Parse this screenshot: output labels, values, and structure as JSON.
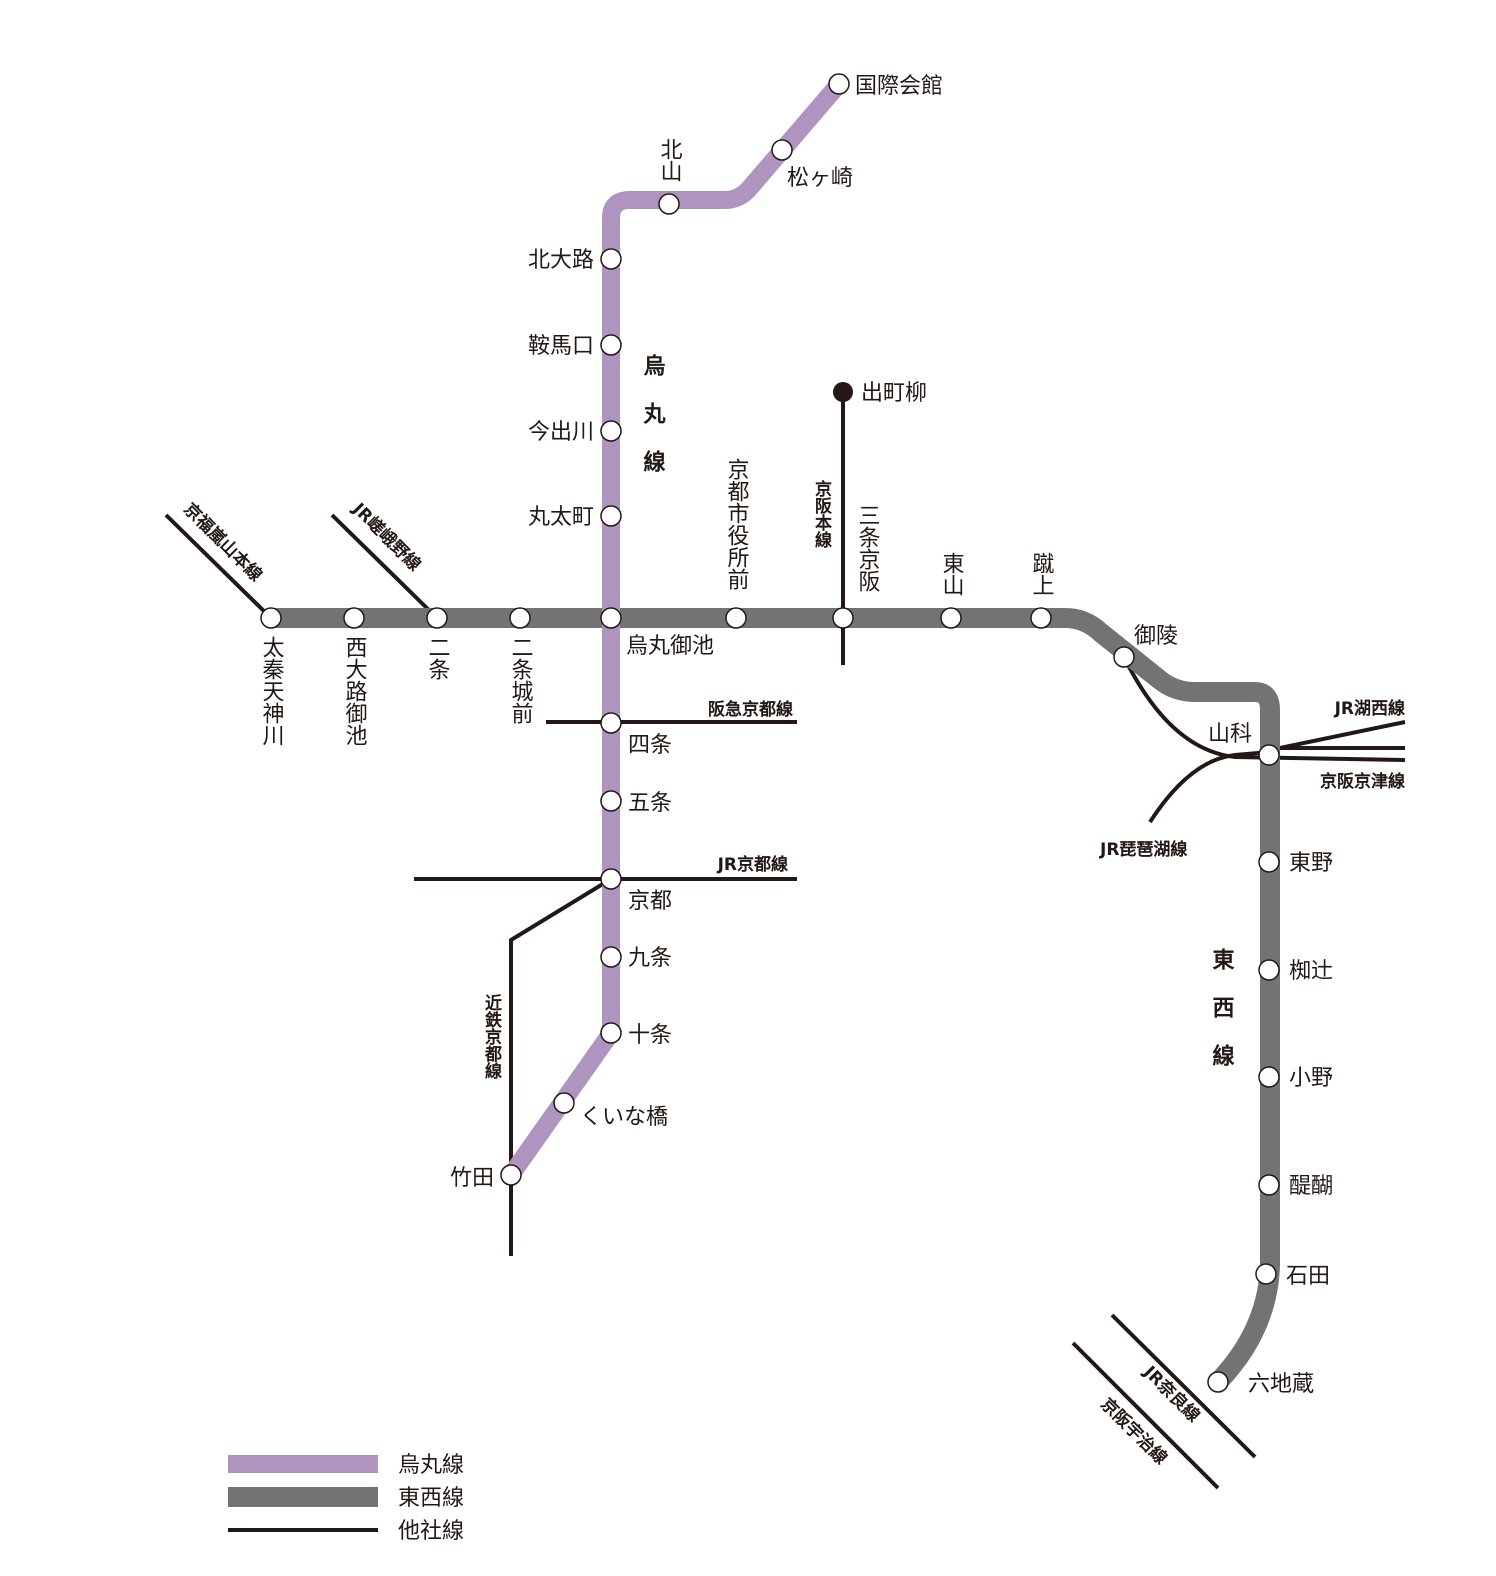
{
  "colors": {
    "karasuma": "#b094c0",
    "tozai": "#737373",
    "other": "#231815"
  },
  "lines": {
    "karasuma": "烏丸線",
    "tozai": "東西線"
  },
  "karasuma_stations": [
    "国際会館",
    "松ヶ崎",
    "北山",
    "北大路",
    "鞍馬口",
    "今出川",
    "丸太町",
    "烏丸御池",
    "四条",
    "五条",
    "京都",
    "九条",
    "十条",
    "くいな橋",
    "竹田"
  ],
  "tozai_stations": [
    "太秦天神川",
    "西大路御池",
    "二条",
    "二条城前",
    "京都市役所前",
    "三条京阪",
    "東山",
    "蹴上",
    "御陵",
    "山科",
    "東野",
    "椥辻",
    "小野",
    "醍醐",
    "石田",
    "六地蔵"
  ],
  "other_lines": {
    "keifuku": "京福嵐山本線",
    "sagano": "JR嵯峨野線",
    "keihan_main": "京阪本線",
    "demachiyanagi": "出町柳",
    "hankyu": "阪急京都線",
    "jr_kyoto": "JR京都線",
    "kintetsu": "近鉄京都線",
    "kosei": "JR湖西線",
    "keishin": "京阪京津線",
    "biwako": "JR琵琶湖線",
    "nara": "JR奈良線",
    "uji": "京阪宇治線"
  },
  "legend": [
    "烏丸線",
    "東西線",
    "他社線"
  ]
}
